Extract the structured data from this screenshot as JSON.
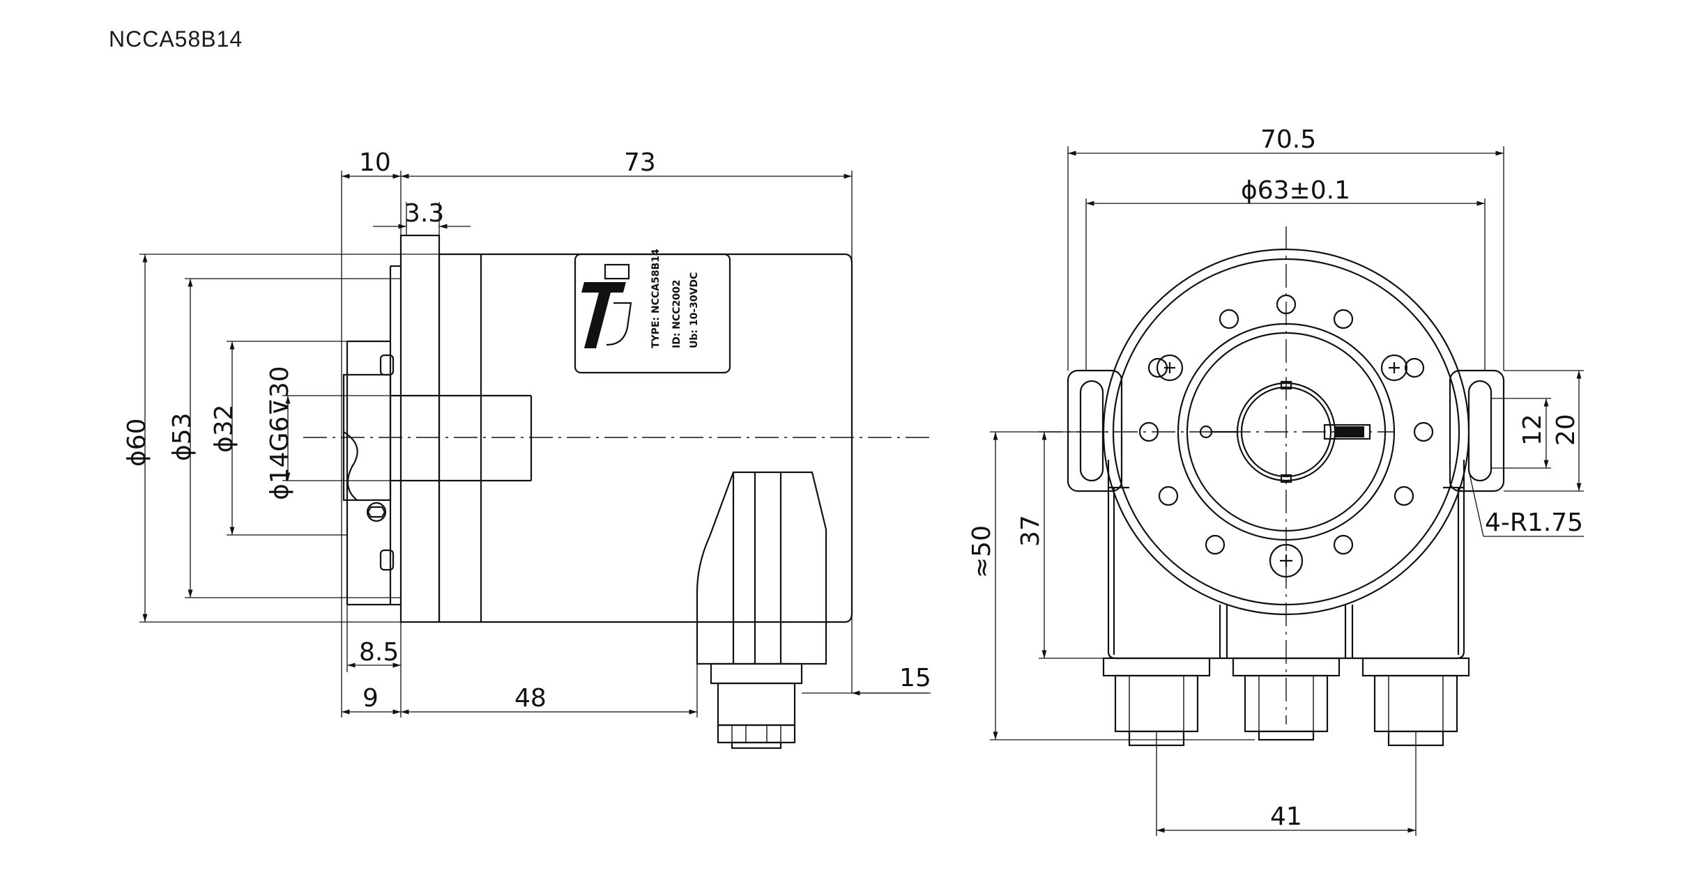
{
  "title": "NCCA58B14",
  "label_text": {
    "type": "TYPE: NCCA58B14",
    "id": "ID: NCC2002",
    "ub": "Ub: 10-30VDC"
  },
  "dimensions": {
    "flange_thickness": "10",
    "body_length": "73",
    "step": "3.3",
    "dia_60": "ϕ60",
    "dia_53": "ϕ53",
    "dia_32": "ϕ32",
    "bore": "ϕ14G6⊽30",
    "d_8_5": "8.5",
    "d_9": "9",
    "d_48": "48",
    "d_15": "15",
    "width_70_5": "70.5",
    "dia_63": "ϕ63±0.1",
    "d_12": "12",
    "d_20": "20",
    "slot_radius": "4-R1.75",
    "height_50": "≈50",
    "height_37": "37",
    "width_41": "41"
  }
}
